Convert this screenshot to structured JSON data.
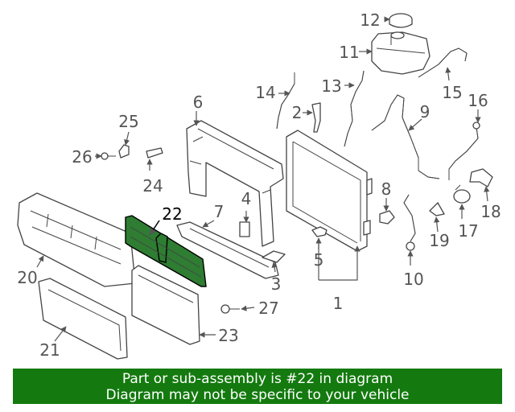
{
  "diagram": {
    "highlight_color": "#2e7d32",
    "callouts": {
      "c1": "1",
      "c2": "2",
      "c3": "3",
      "c4": "4",
      "c5": "5",
      "c6": "6",
      "c7": "7",
      "c8": "8",
      "c9": "9",
      "c10": "10",
      "c11": "11",
      "c12": "12",
      "c13": "13",
      "c14": "14",
      "c15": "15",
      "c16": "16",
      "c17": "17",
      "c18": "18",
      "c19": "19",
      "c20": "20",
      "c21": "21",
      "c22": "22",
      "c23": "23",
      "c24": "24",
      "c25": "25",
      "c26": "26",
      "c27": "27"
    }
  },
  "banner": {
    "line1": "Part or sub-assembly is #22 in diagram",
    "line2": "Diagram may not be specific to your vehicle",
    "background": "#147a0f"
  }
}
